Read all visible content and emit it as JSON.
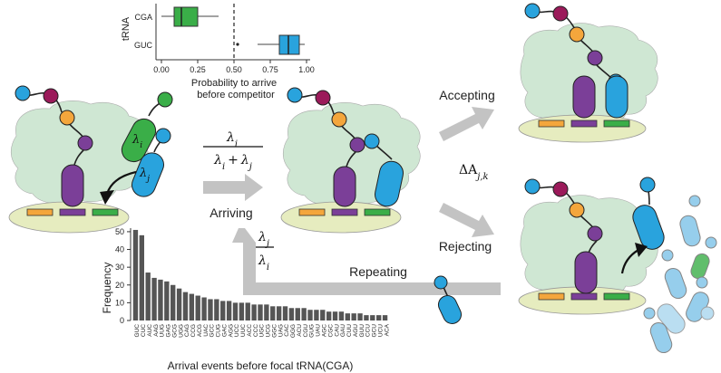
{
  "boxplot": {
    "y_title": "tRNA",
    "x_title_line1": "Probability to arrive",
    "x_title_line2": "before competitor",
    "categories": [
      "CGA",
      "GUC"
    ],
    "x_ticks": [
      "0.00",
      "0.25",
      "0.50",
      "0.75",
      "1.00"
    ],
    "colors": {
      "CGA": "#3aae48",
      "GUC": "#29a3dd"
    }
  },
  "flow": {
    "accepting": "Accepting",
    "rejecting": "Rejecting",
    "arriving": "Arriving",
    "repeating": "Repeating",
    "delta": "ΔA",
    "delta_sub": "j,k",
    "frac_num_lambda": "λ",
    "frac_num_sub": "i",
    "frac_den_a": "λ",
    "frac_den_a_sub": "i",
    "frac_den_plus": "+",
    "frac_den_b": "λ",
    "frac_den_b_sub": "j",
    "ratio_num": "λ",
    "ratio_num_sub": "j",
    "ratio_den": "λ",
    "ratio_den_sub": "i",
    "trna_i": "λ",
    "trna_i_sub": "i",
    "trna_j": "λ",
    "trna_j_sub": "j"
  },
  "chart_data": {
    "type": "bar",
    "ylabel": "Frequency",
    "xlabel": "Arrival events before focal tRNA(CGA)",
    "ylim": [
      0,
      52
    ],
    "y_ticks": [
      0,
      10,
      20,
      30,
      40,
      50
    ],
    "categories": [
      "GUC",
      "CUC",
      "AUC",
      "AAG",
      "UUG",
      "GAG",
      "GCG",
      "UGG",
      "CAG",
      "CCG",
      "ACG",
      "UAC",
      "GCC",
      "CUG",
      "GAC",
      "AGG",
      "UCC",
      "UUC",
      "ACC",
      "CCC",
      "UGC",
      "UCG",
      "GGC",
      "UAG",
      "CAC",
      "GGG",
      "ACU",
      "CGU",
      "GUG",
      "UAU",
      "AGC",
      "CGC",
      "CAU",
      "GAU",
      "CUU",
      "AGU",
      "GUU",
      "CCU",
      "GCU",
      "UCU",
      "ACA"
    ],
    "values": [
      51,
      48,
      27,
      24,
      23,
      22,
      20,
      18,
      16,
      15,
      14,
      13,
      12,
      12,
      11,
      11,
      10,
      10,
      10,
      9,
      9,
      9,
      8,
      8,
      8,
      7,
      7,
      7,
      6,
      6,
      6,
      5,
      5,
      5,
      4,
      4,
      4,
      3,
      3,
      3,
      3
    ],
    "bar_color": "#555555"
  },
  "colors": {
    "ribosome": "#cfe7d3",
    "mrna": "#e6ecbf",
    "arrow": "#c3c3c3",
    "orange": "#f4a63c",
    "purple": "#7b3f98",
    "green": "#3aae48",
    "blue": "#29a3dd",
    "maroon": "#9b1a5a"
  }
}
